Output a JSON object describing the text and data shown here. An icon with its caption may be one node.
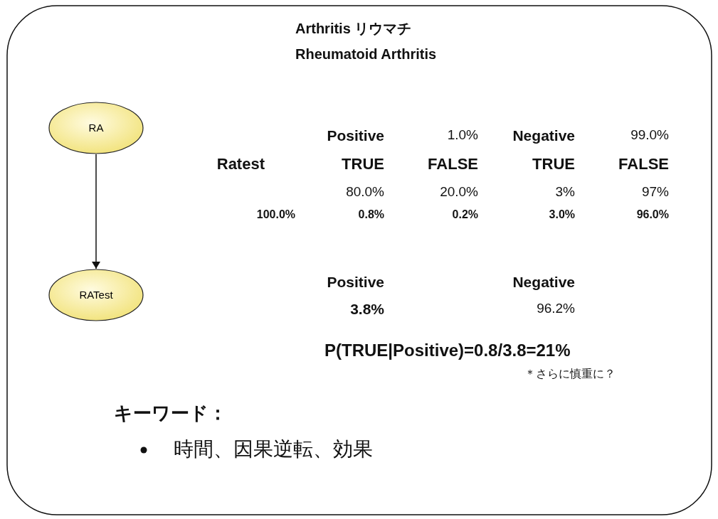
{
  "diagram": {
    "nodes": [
      {
        "text": [
          "RA"
        ]
      },
      {
        "text": [
          "RATest"
        ]
      }
    ],
    "edges": [
      {
        "from": 0,
        "to": 1,
        "arrow": "to"
      }
    ],
    "labels": [
      "Arthritis リウマチ",
      "Rheumatoid Arthritis",
      "Positive",
      "1.0%",
      "Negative",
      "99.0%",
      "Ratest",
      "TRUE",
      "FALSE",
      "TRUE",
      "FALSE",
      "80.0%",
      "20.0%",
      "3%",
      "97%",
      "100.0%",
      "0.8%",
      "0.2%",
      "3.0%",
      "96.0%",
      "Positive",
      "Negative",
      "3.8%",
      "96.2%",
      "P(TRUE|Positive)=0.8/3.8=21%",
      "＊さらに慎重に？",
      "キーワード：",
      "時間、因果逆転、効果"
    ]
  }
}
